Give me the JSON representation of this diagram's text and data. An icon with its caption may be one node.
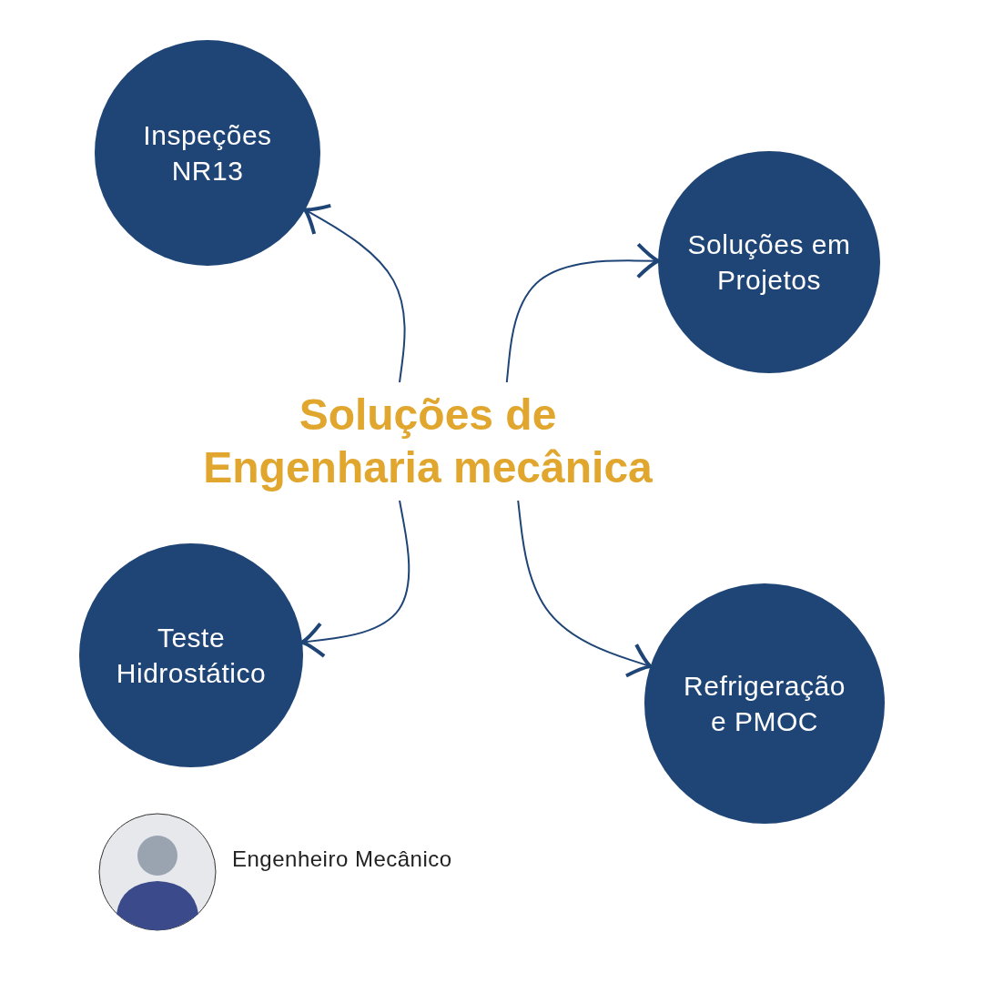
{
  "diagram": {
    "nodes": [
      {
        "text": [
          "Soluções de Engenharia mecânica"
        ]
      },
      {
        "text": [
          "Inspeções NR13"
        ]
      },
      {
        "text": [
          "Soluções em Projetos"
        ]
      },
      {
        "text": [
          "Teste Hidrostático"
        ]
      },
      {
        "text": [
          "Refrigeração e PMOC"
        ]
      }
    ],
    "edges": [
      {
        "from": 0,
        "to": 1,
        "arrow": "to"
      },
      {
        "from": 0,
        "to": 2,
        "arrow": "to"
      },
      {
        "from": 0,
        "to": 3,
        "arrow": "to"
      },
      {
        "from": 0,
        "to": 4,
        "arrow": "to"
      }
    ],
    "labels": [
      "Engenheiro Mecânico"
    ]
  }
}
